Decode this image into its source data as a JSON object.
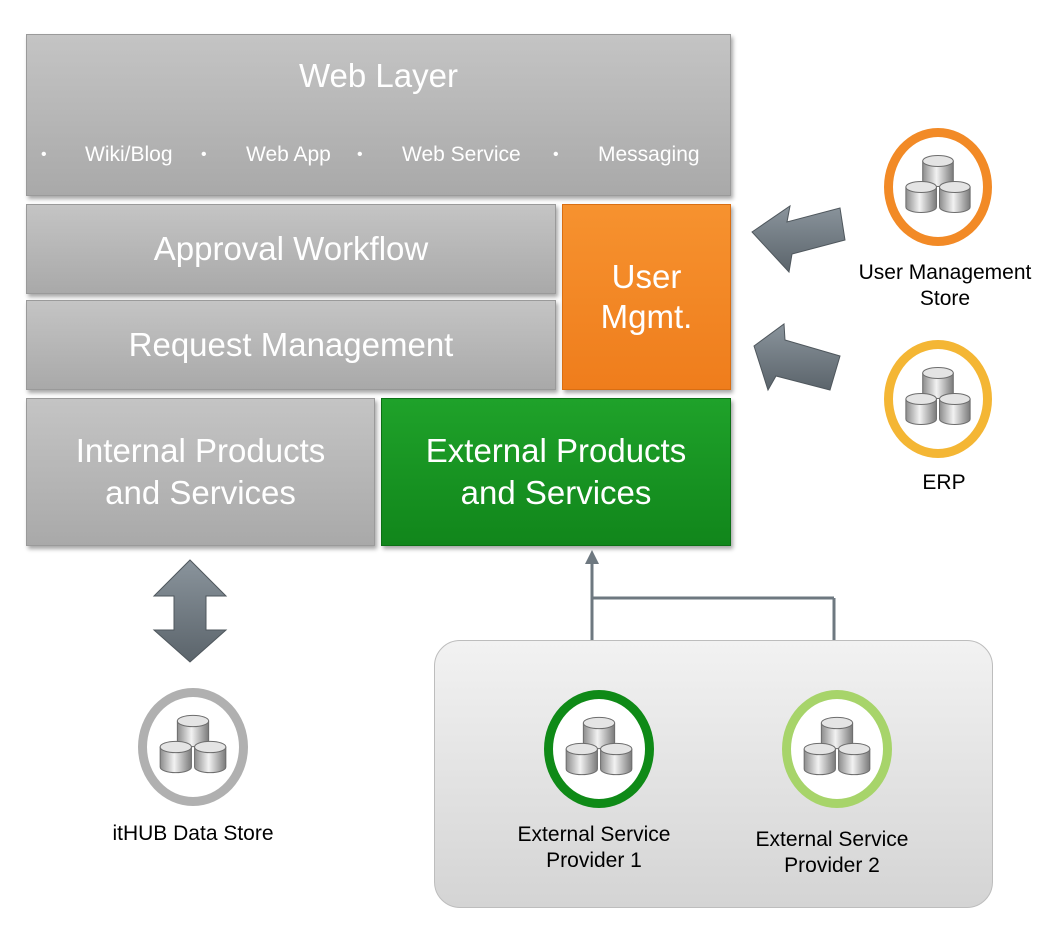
{
  "web_layer": {
    "title": "Web Layer",
    "items": [
      "Wiki/Blog",
      "Web App",
      "Web Service",
      "Messaging"
    ],
    "bullet": "•"
  },
  "approval_workflow": {
    "label": "Approval Workflow"
  },
  "request_management": {
    "label": "Request Management"
  },
  "user_mgmt": {
    "line1": "User",
    "line2": "Mgmt."
  },
  "internal": {
    "line1": "Internal Products",
    "line2": "and Services"
  },
  "external": {
    "line1": "External Products",
    "line2": "and Services"
  },
  "stores": {
    "user_management_store": {
      "line1": "User Management",
      "line2": "Store"
    },
    "erp": {
      "label": "ERP"
    },
    "ithub": {
      "label": "itHUB Data Store"
    },
    "provider1": {
      "line1": "External Service",
      "line2": "Provider 1"
    },
    "provider2": {
      "line1": "External Service",
      "line2": "Provider 2"
    }
  },
  "colors": {
    "gray_block": "#b5b5b5",
    "orange": "#f0841f",
    "green": "#14921f",
    "user_store_ring": "#f28a26",
    "erp_ring": "#f4b634",
    "ithub_ring": "#b0b0b0",
    "provider1_ring": "#0f8a17",
    "provider2_ring": "#a7d46a",
    "arrow": "#6e7880"
  }
}
